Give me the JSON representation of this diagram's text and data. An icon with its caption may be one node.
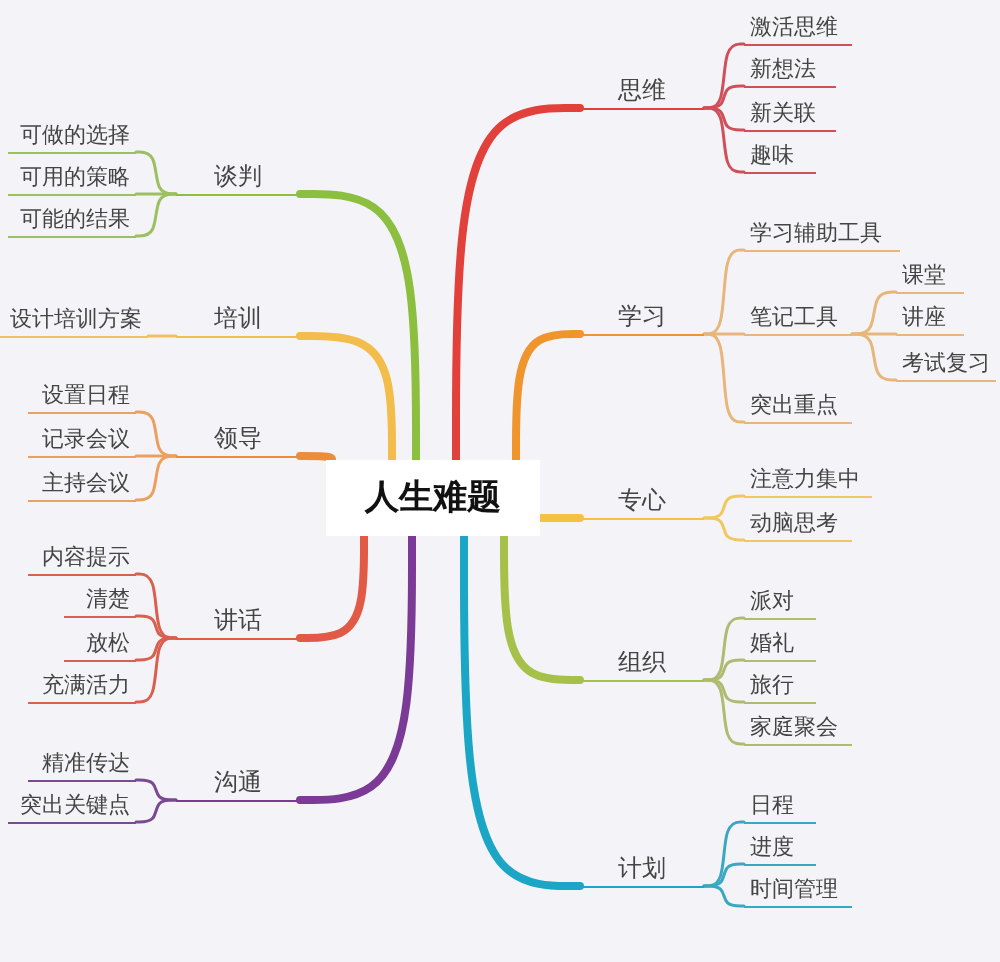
{
  "diagram": {
    "nodes": [
      {
        "text": [
          "人生难题"
        ]
      },
      {
        "text": [
          "思维"
        ]
      },
      {
        "text": [
          "激活思维"
        ]
      },
      {
        "text": [
          "新想法"
        ]
      },
      {
        "text": [
          "新关联"
        ]
      },
      {
        "text": [
          "趣味"
        ]
      },
      {
        "text": [
          "学习"
        ]
      },
      {
        "text": [
          "学习辅助工具"
        ]
      },
      {
        "text": [
          "笔记工具"
        ]
      },
      {
        "text": [
          "课堂"
        ]
      },
      {
        "text": [
          "讲座"
        ]
      },
      {
        "text": [
          "考试复习"
        ]
      },
      {
        "text": [
          "突出重点"
        ]
      },
      {
        "text": [
          "专心"
        ]
      },
      {
        "text": [
          "注意力集中"
        ]
      },
      {
        "text": [
          "动脑思考"
        ]
      },
      {
        "text": [
          "组织"
        ]
      },
      {
        "text": [
          "派对"
        ]
      },
      {
        "text": [
          "婚礼"
        ]
      },
      {
        "text": [
          "旅行"
        ]
      },
      {
        "text": [
          "家庭聚会"
        ]
      },
      {
        "text": [
          "计划"
        ]
      },
      {
        "text": [
          "日程"
        ]
      },
      {
        "text": [
          "进度"
        ]
      },
      {
        "text": [
          "时间管理"
        ]
      },
      {
        "text": [
          "谈判"
        ]
      },
      {
        "text": [
          "可做的选择"
        ]
      },
      {
        "text": [
          "可用的策略"
        ]
      },
      {
        "text": [
          "可能的结果"
        ]
      },
      {
        "text": [
          "培训"
        ]
      },
      {
        "text": [
          "设计培训方案"
        ]
      },
      {
        "text": [
          "领导"
        ]
      },
      {
        "text": [
          "设置日程"
        ]
      },
      {
        "text": [
          "记录会议"
        ]
      },
      {
        "text": [
          "主持会议"
        ]
      },
      {
        "text": [
          "讲话"
        ]
      },
      {
        "text": [
          "内容提示"
        ]
      },
      {
        "text": [
          "清楚"
        ]
      },
      {
        "text": [
          "放松"
        ]
      },
      {
        "text": [
          "充满活力"
        ]
      },
      {
        "text": [
          "沟通"
        ]
      },
      {
        "text": [
          "精准传达"
        ]
      },
      {
        "text": [
          "突出关键点"
        ]
      }
    ],
    "edges": [
      {
        "from": 0,
        "to": 1,
        "arrow": "none",
        "style": "thick",
        "color": "#e2403a"
      },
      {
        "from": 1,
        "to": 2,
        "arrow": "none",
        "color": "#d0505a"
      },
      {
        "from": 1,
        "to": 3,
        "arrow": "none",
        "color": "#d0505a"
      },
      {
        "from": 1,
        "to": 4,
        "arrow": "none",
        "color": "#d0505a"
      },
      {
        "from": 1,
        "to": 5,
        "arrow": "none",
        "color": "#d0505a"
      },
      {
        "from": 0,
        "to": 6,
        "arrow": "none",
        "style": "thick",
        "color": "#f0952e"
      },
      {
        "from": 6,
        "to": 7,
        "arrow": "none",
        "color": "#e8b57a"
      },
      {
        "from": 6,
        "to": 8,
        "arrow": "none",
        "color": "#e8b57a"
      },
      {
        "from": 8,
        "to": 9,
        "arrow": "none",
        "color": "#e8b57a"
      },
      {
        "from": 8,
        "to": 10,
        "arrow": "none",
        "color": "#e8b57a"
      },
      {
        "from": 8,
        "to": 11,
        "arrow": "none",
        "color": "#e8b57a"
      },
      {
        "from": 6,
        "to": 12,
        "arrow": "none",
        "color": "#e8b57a"
      },
      {
        "from": 0,
        "to": 13,
        "arrow": "none",
        "style": "thick",
        "color": "#f3c340"
      },
      {
        "from": 13,
        "to": 14,
        "arrow": "none",
        "color": "#f0c860"
      },
      {
        "from": 13,
        "to": 15,
        "arrow": "none",
        "color": "#f0c860"
      },
      {
        "from": 0,
        "to": 16,
        "arrow": "none",
        "style": "thick",
        "color": "#a5c14a"
      },
      {
        "from": 16,
        "to": 17,
        "arrow": "none",
        "color": "#aebb70"
      },
      {
        "from": 16,
        "to": 18,
        "arrow": "none",
        "color": "#aebb70"
      },
      {
        "from": 16,
        "to": 19,
        "arrow": "none",
        "color": "#aebb70"
      },
      {
        "from": 16,
        "to": 20,
        "arrow": "none",
        "color": "#aebb70"
      },
      {
        "from": 0,
        "to": 21,
        "arrow": "none",
        "style": "thick",
        "color": "#1aa6c4"
      },
      {
        "from": 21,
        "to": 22,
        "arrow": "none",
        "color": "#3aa8c0"
      },
      {
        "from": 21,
        "to": 23,
        "arrow": "none",
        "color": "#3aa8c0"
      },
      {
        "from": 21,
        "to": 24,
        "arrow": "none",
        "color": "#3aa8c0"
      },
      {
        "from": 0,
        "to": 25,
        "arrow": "none",
        "style": "thick",
        "color": "#8cbf3f"
      },
      {
        "from": 25,
        "to": 26,
        "arrow": "none",
        "color": "#9cc060"
      },
      {
        "from": 25,
        "to": 27,
        "arrow": "none",
        "color": "#9cc060"
      },
      {
        "from": 25,
        "to": 28,
        "arrow": "none",
        "color": "#9cc060"
      },
      {
        "from": 0,
        "to": 29,
        "arrow": "none",
        "style": "thick",
        "color": "#f2bd4a"
      },
      {
        "from": 29,
        "to": 30,
        "arrow": "none",
        "color": "#f2c060"
      },
      {
        "from": 0,
        "to": 31,
        "arrow": "none",
        "style": "thick",
        "color": "#ec8d3a"
      },
      {
        "from": 31,
        "to": 32,
        "arrow": "none",
        "color": "#eba060"
      },
      {
        "from": 31,
        "to": 33,
        "arrow": "none",
        "color": "#eba060"
      },
      {
        "from": 31,
        "to": 34,
        "arrow": "none",
        "color": "#eba060"
      },
      {
        "from": 0,
        "to": 35,
        "arrow": "none",
        "style": "thick",
        "color": "#e25a45"
      },
      {
        "from": 35,
        "to": 36,
        "arrow": "none",
        "color": "#d9604e"
      },
      {
        "from": 35,
        "to": 37,
        "arrow": "none",
        "color": "#d9604e"
      },
      {
        "from": 35,
        "to": 38,
        "arrow": "none",
        "color": "#d9604e"
      },
      {
        "from": 35,
        "to": 39,
        "arrow": "none",
        "color": "#d9604e"
      },
      {
        "from": 0,
        "to": 40,
        "arrow": "none",
        "style": "thick",
        "color": "#7a3a96"
      },
      {
        "from": 40,
        "to": 41,
        "arrow": "none",
        "color": "#7a4a90"
      },
      {
        "from": 40,
        "to": 42,
        "arrow": "none",
        "color": "#7a4a90"
      }
    ]
  }
}
